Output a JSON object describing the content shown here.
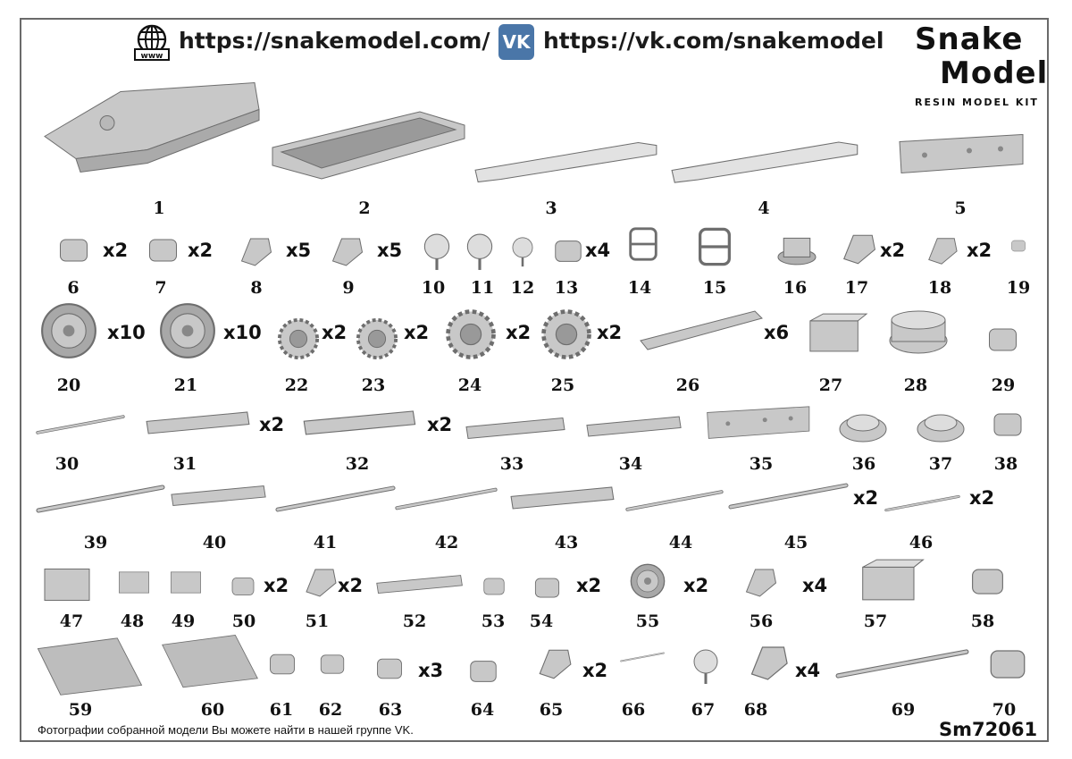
{
  "header": {
    "site_url": "https://snakemodel.com/",
    "vk_url": "https://vk.com/snakemodel",
    "www_icon_text": "www"
  },
  "logo": {
    "line1": "Snake",
    "line2": "Model",
    "tagline": "RESIN MODEL KIT"
  },
  "colors": {
    "part_fill": "#c8c8c8",
    "part_stroke": "#6e6e6e",
    "vk_blue": "#4a76a8",
    "frame": "#6a6a6a"
  },
  "parts": [
    {
      "num": "1"
    },
    {
      "num": "2"
    },
    {
      "num": "3"
    },
    {
      "num": "4"
    },
    {
      "num": "5"
    },
    {
      "num": "6",
      "qty": "x2"
    },
    {
      "num": "7",
      "qty": "x2"
    },
    {
      "num": "8",
      "qty": "x5"
    },
    {
      "num": "9",
      "qty": "x5"
    },
    {
      "num": "10"
    },
    {
      "num": "11"
    },
    {
      "num": "12"
    },
    {
      "num": "13",
      "qty": "x4"
    },
    {
      "num": "14"
    },
    {
      "num": "15"
    },
    {
      "num": "16"
    },
    {
      "num": "17",
      "qty": "x2"
    },
    {
      "num": "18",
      "qty": "x2"
    },
    {
      "num": "19"
    },
    {
      "num": "20",
      "qty": "x10"
    },
    {
      "num": "21",
      "qty": "x10"
    },
    {
      "num": "22",
      "qty": "x2"
    },
    {
      "num": "23",
      "qty": "x2"
    },
    {
      "num": "24",
      "qty": "x2"
    },
    {
      "num": "25",
      "qty": "x2"
    },
    {
      "num": "26",
      "qty": "x6"
    },
    {
      "num": "27"
    },
    {
      "num": "28"
    },
    {
      "num": "29"
    },
    {
      "num": "30"
    },
    {
      "num": "31",
      "qty": "x2"
    },
    {
      "num": "32",
      "qty": "x2"
    },
    {
      "num": "33"
    },
    {
      "num": "34"
    },
    {
      "num": "35"
    },
    {
      "num": "36"
    },
    {
      "num": "37"
    },
    {
      "num": "38"
    },
    {
      "num": "39"
    },
    {
      "num": "40"
    },
    {
      "num": "41"
    },
    {
      "num": "42"
    },
    {
      "num": "43"
    },
    {
      "num": "44"
    },
    {
      "num": "45",
      "qty": "x2"
    },
    {
      "num": "46",
      "qty": "x2"
    },
    {
      "num": "47"
    },
    {
      "num": "48"
    },
    {
      "num": "49"
    },
    {
      "num": "50",
      "qty": "x2"
    },
    {
      "num": "51",
      "qty": "x2"
    },
    {
      "num": "52"
    },
    {
      "num": "53"
    },
    {
      "num": "54",
      "qty": "x2"
    },
    {
      "num": "55",
      "qty": "x2"
    },
    {
      "num": "56",
      "qty": "x4"
    },
    {
      "num": "57"
    },
    {
      "num": "58"
    },
    {
      "num": "59"
    },
    {
      "num": "60"
    },
    {
      "num": "61"
    },
    {
      "num": "62"
    },
    {
      "num": "63",
      "qty": "x3"
    },
    {
      "num": "64"
    },
    {
      "num": "65",
      "qty": "x2"
    },
    {
      "num": "66"
    },
    {
      "num": "67"
    },
    {
      "num": "68",
      "qty": "x4"
    },
    {
      "num": "69"
    },
    {
      "num": "70"
    }
  ],
  "footer": {
    "note": "Фотографии собранной модели Вы можете найти в нашей группе VK.",
    "code": "Sm72061"
  }
}
